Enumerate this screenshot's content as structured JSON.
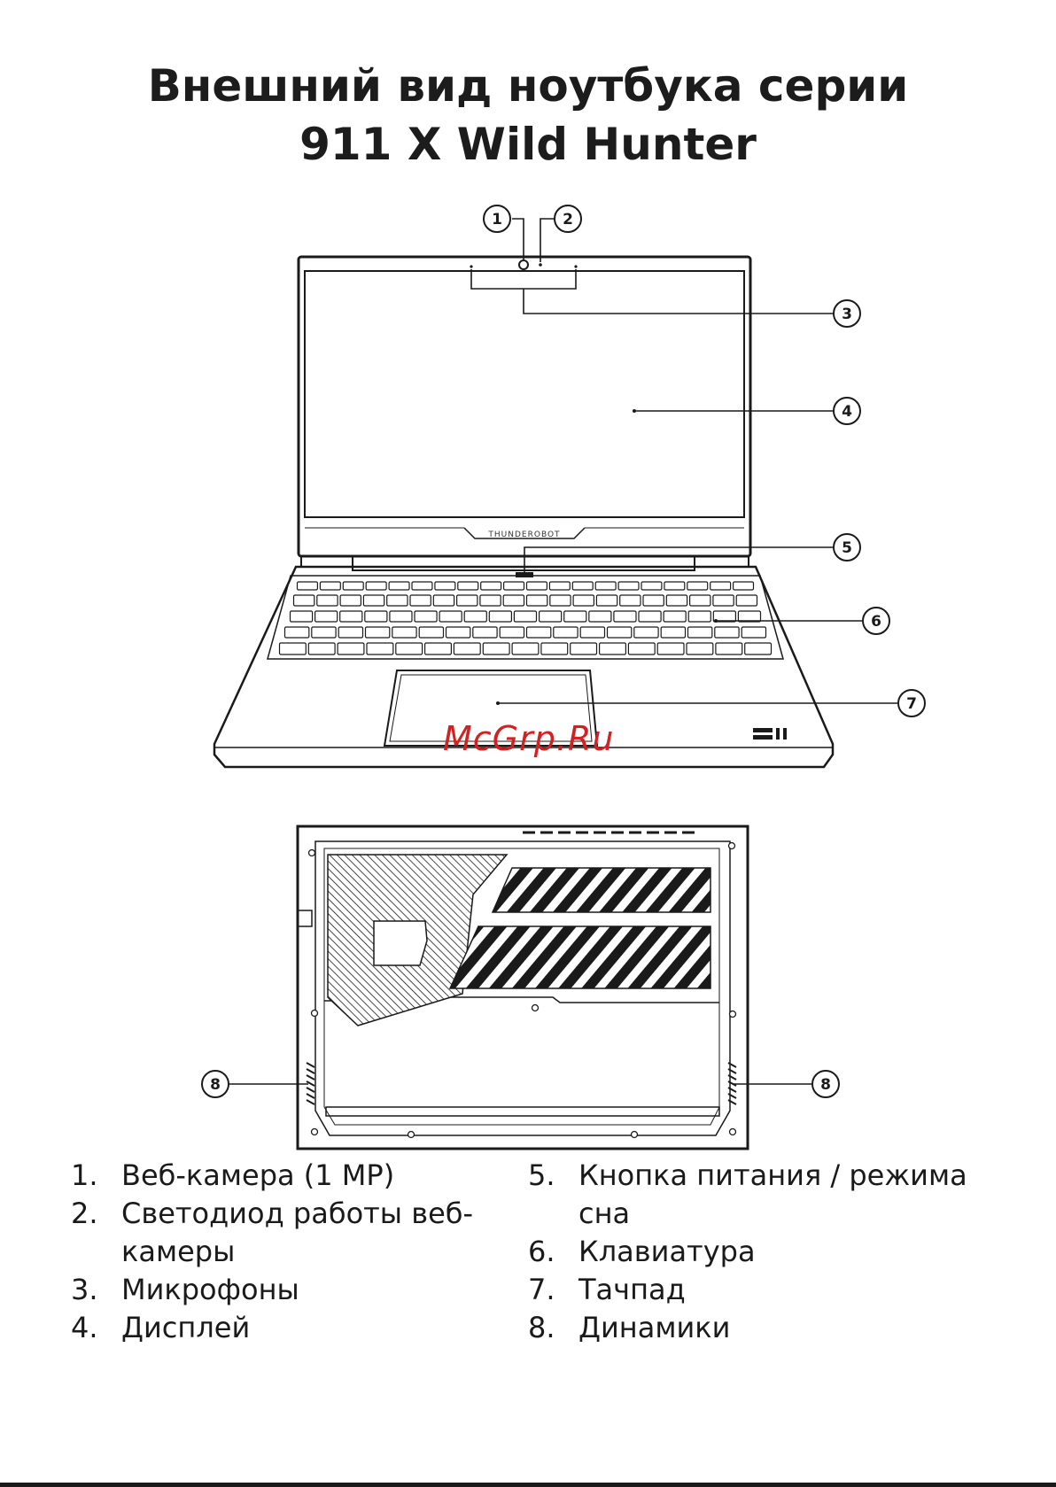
{
  "title": {
    "line1": "Внешний вид ноутбука серии",
    "line2": "911 X Wild Hunter"
  },
  "laptop_brand": "THUNDEROBOT",
  "callouts": {
    "c1": "1",
    "c2": "2",
    "c3": "3",
    "c4": "4",
    "c5": "5",
    "c6": "6",
    "c7": "7",
    "c8_left": "8",
    "c8_right": "8"
  },
  "watermark": "McGrp.Ru",
  "legend_left": [
    {
      "num": "1.",
      "text": "Веб-камера (1 MP)"
    },
    {
      "num": "2.",
      "text": "Светодиод работы веб-камеры"
    },
    {
      "num": "3.",
      "text": "Микрофоны"
    },
    {
      "num": "4.",
      "text": "Дисплей"
    }
  ],
  "legend_right": [
    {
      "num": "5.",
      "text": "Кнопка питания / режима сна"
    },
    {
      "num": "6.",
      "text": "Клавиатура"
    },
    {
      "num": "7.",
      "text": "Тачпад"
    },
    {
      "num": "8.",
      "text": "Динамики"
    }
  ],
  "colors": {
    "line": "#1a1a1a",
    "watermark": "#d32020"
  }
}
